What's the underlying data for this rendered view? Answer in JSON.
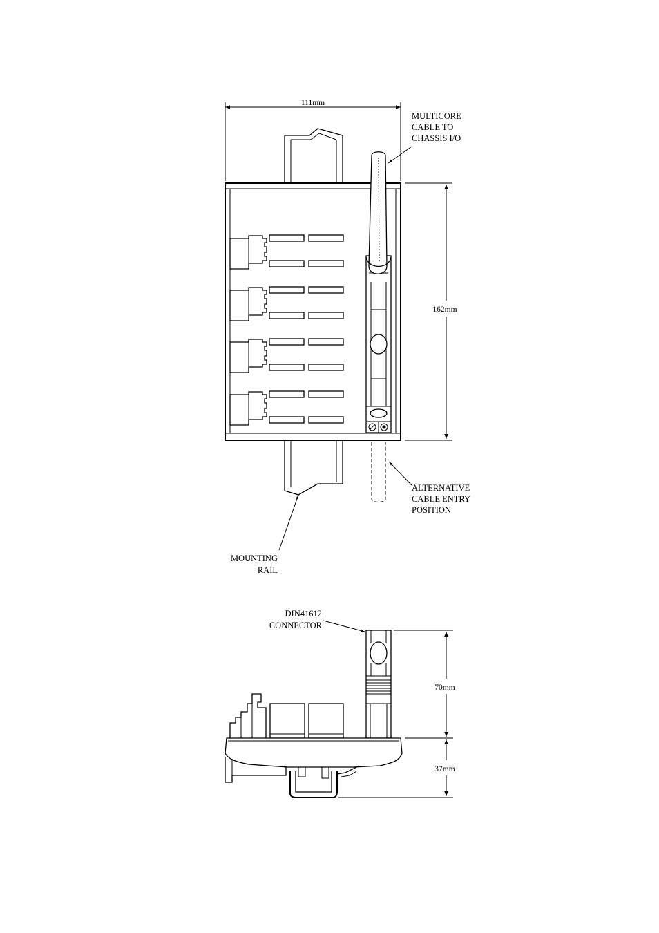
{
  "dimensions": {
    "width": "111mm",
    "height": "162mm",
    "connector_height": "70mm",
    "base_height": "37mm"
  },
  "labels": {
    "multicore_cable": [
      "MULTICORE",
      "CABLE TO",
      "CHASSIS I/O"
    ],
    "alternative_entry": [
      "ALTERNATIVE",
      "CABLE ENTRY",
      "POSITION"
    ],
    "mounting_rail": [
      "MOUNTING",
      "RAIL"
    ],
    "din_connector": [
      "DIN41612",
      "CONNECTOR"
    ]
  },
  "colors": {
    "line": "#000000",
    "background": "#ffffff"
  }
}
